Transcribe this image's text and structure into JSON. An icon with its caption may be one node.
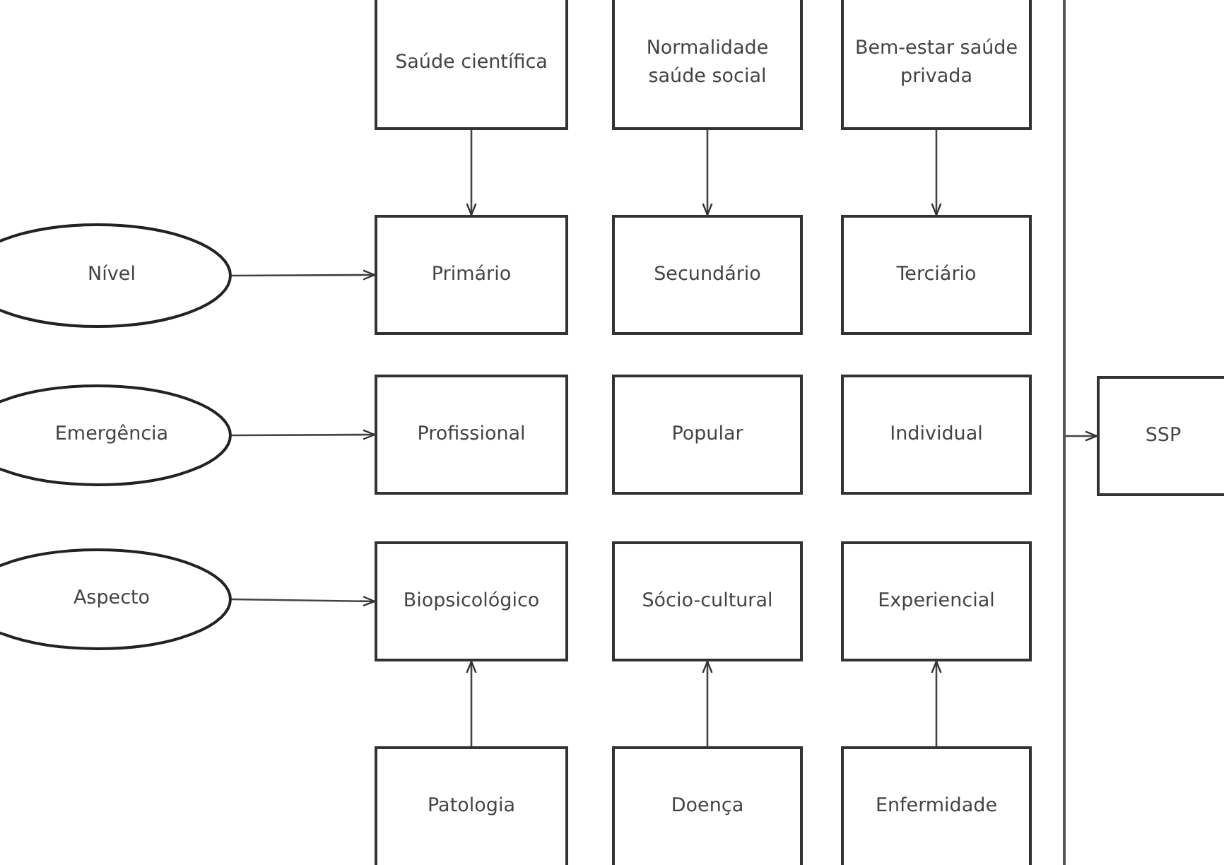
{
  "diagram": {
    "nodes": [
      {
        "text": [
          "Saúde científica"
        ]
      },
      {
        "text": [
          "Normalidade saúde social"
        ]
      },
      {
        "text": [
          "Bem-estar saúde privada"
        ]
      },
      {
        "text": [
          "Nível"
        ]
      },
      {
        "text": [
          "Primário"
        ]
      },
      {
        "text": [
          "Secundário"
        ]
      },
      {
        "text": [
          "Terciário"
        ]
      },
      {
        "text": [
          "Emergência"
        ]
      },
      {
        "text": [
          "Profissional"
        ]
      },
      {
        "text": [
          "Popular"
        ]
      },
      {
        "text": [
          "Individual"
        ]
      },
      {
        "text": [
          "Aspecto"
        ]
      },
      {
        "text": [
          "Biopsicológico"
        ]
      },
      {
        "text": [
          "Sócio-cultural"
        ]
      },
      {
        "text": [
          "Experiencial"
        ]
      },
      {
        "text": [
          "Patologia"
        ]
      },
      {
        "text": [
          "Doença"
        ]
      },
      {
        "text": [
          "Enfermidade"
        ]
      },
      {
        "text": [],
        "shape": "bar"
      },
      {
        "text": [
          "SSP"
        ]
      }
    ],
    "edges": [
      {
        "from": 0,
        "to": 4,
        "arrow": "to"
      },
      {
        "from": 1,
        "to": 5,
        "arrow": "to"
      },
      {
        "from": 2,
        "to": 6,
        "arrow": "to"
      },
      {
        "from": 3,
        "to": 4,
        "arrow": "to"
      },
      {
        "from": 7,
        "to": 8,
        "arrow": "to"
      },
      {
        "from": 11,
        "to": 12,
        "arrow": "to"
      },
      {
        "from": 15,
        "to": 12,
        "arrow": "to"
      },
      {
        "from": 16,
        "to": 13,
        "arrow": "to"
      },
      {
        "from": 17,
        "to": 14,
        "arrow": "to"
      },
      {
        "from": 18,
        "to": 19,
        "arrow": "to"
      }
    ]
  }
}
